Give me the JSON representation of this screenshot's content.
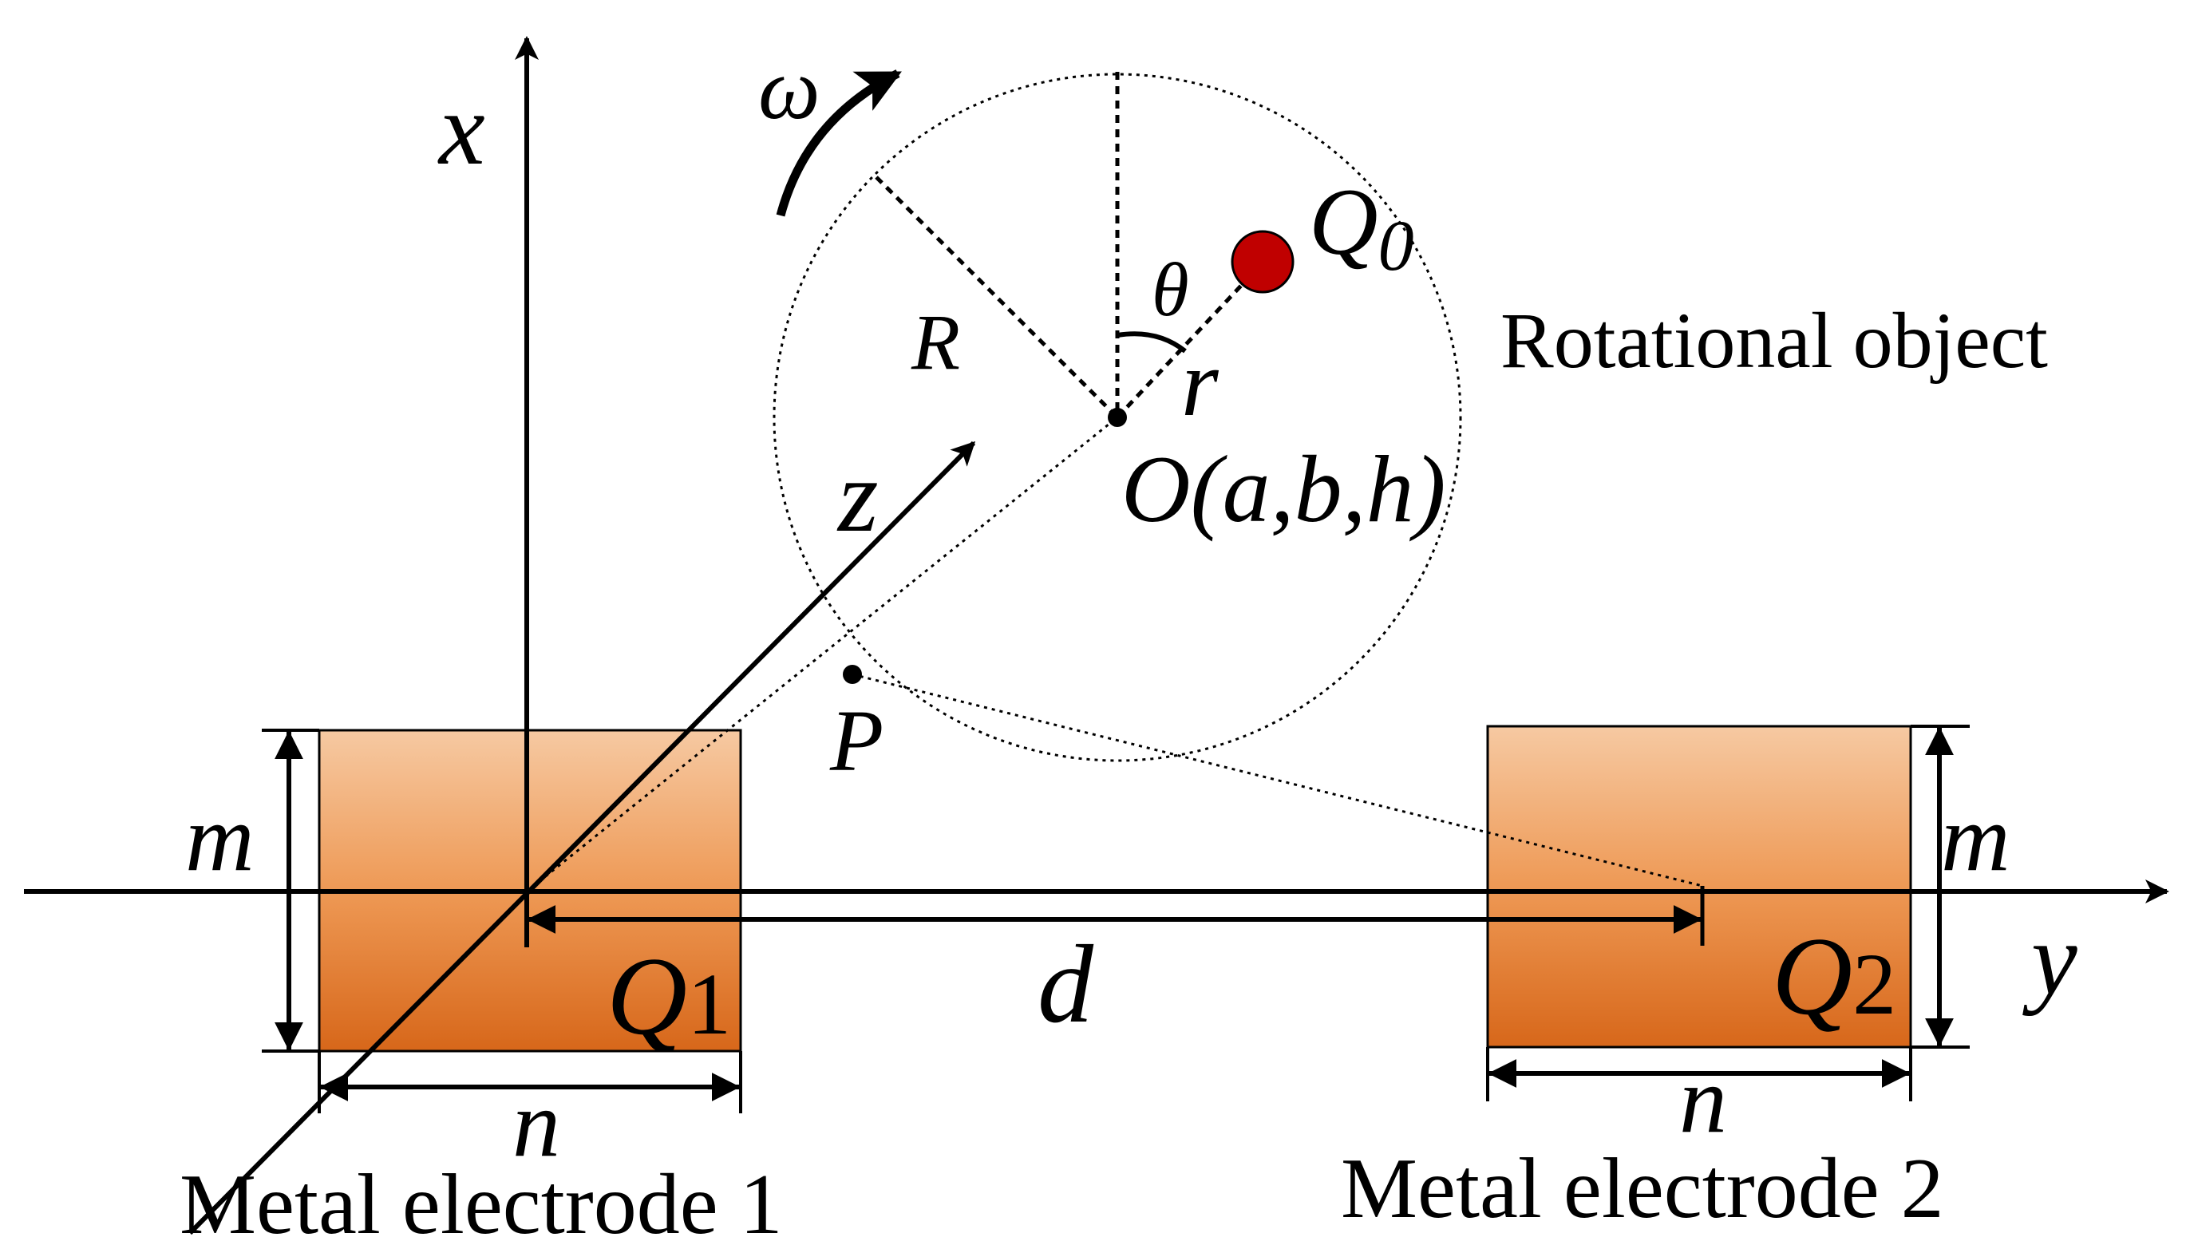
{
  "labels": {
    "axis_x": "x",
    "axis_y": "y",
    "axis_z": "z",
    "omega": "ω",
    "charge_q0": "Q",
    "charge_q0_sub": "0",
    "theta": "θ",
    "radius_big": "R",
    "radius_small": "r",
    "center_point": "O(a,b,h)",
    "point_p": "P",
    "rotational_object": "Rotational object",
    "dim_m_left": "m",
    "dim_m_right": "m",
    "dim_n_left": "n",
    "dim_n_right": "n",
    "dim_d": "d",
    "charge_q1": "Q",
    "charge_q1_sub": "1",
    "charge_q2": "Q",
    "charge_q2_sub": "2",
    "electrode_1": "Metal electrode 1",
    "electrode_2": "Metal electrode 2"
  },
  "colors": {
    "electrode_top": "#f6c9a2",
    "electrode_bottom": "#d7671a",
    "charge_fill": "#c00000",
    "line": "#000000"
  }
}
